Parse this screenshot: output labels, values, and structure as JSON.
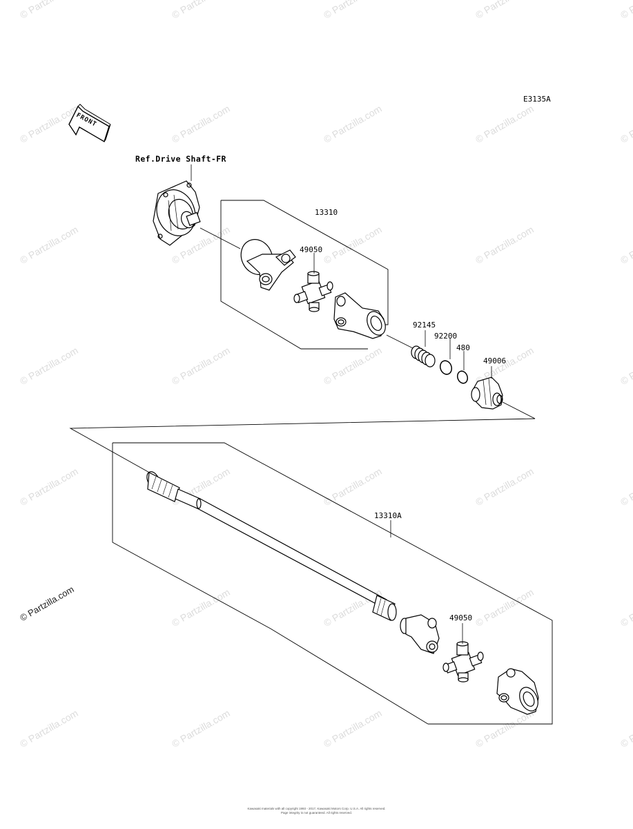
{
  "diagram_code": "E3135A",
  "front_label": "FRONT",
  "ref_label": "Ref.Drive Shaft-FR",
  "part_labels": {
    "p13310": "13310",
    "p49050_top": "49050",
    "p92145": "92145",
    "p92200": "92200",
    "p480": "480",
    "p49006": "49006",
    "p13310A": "13310A",
    "p49050_bottom": "49050"
  },
  "watermark": "© Partzilla.com",
  "footer_line1": "Kawasaki materials with all copyright 1993 - 2017, Kawasaki Motors Corp. U.S.A. All rights reserved.",
  "footer_line2": "Page integrity is not guaranteed. All rights reserved."
}
